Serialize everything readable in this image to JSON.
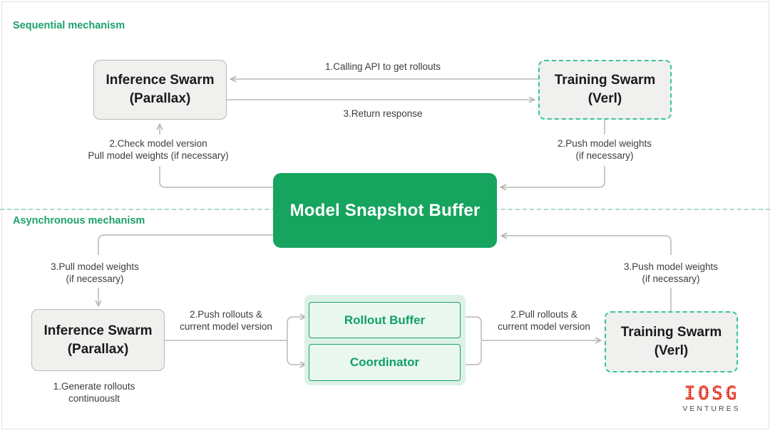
{
  "colors": {
    "accent_green_text": "#1ca16c",
    "buffer_green": "#17a45f",
    "dashed_border_mint": "#35c796",
    "gray_box_fill": "#f0f0ee",
    "gray_box_border": "#b9b9b6",
    "arrow_gray": "#b5b5b2",
    "label_text": "#3d3d3d",
    "inner_box_fill": "#e9f7f0",
    "inner_box_border": "#1ba369",
    "inner_box_text": "#11a064",
    "divider_dashed": "#a9dcc7",
    "logo_red": "#e53a2b",
    "logo_gray": "#4c4947"
  },
  "sequential": {
    "heading": "Sequential mechanism",
    "inference_box": {
      "line1": "Inference Swarm",
      "line2": "(Parallax)"
    },
    "training_box": {
      "line1": "Training Swarm",
      "line2": "(Verl)"
    },
    "arrow_calling_api": "1.Calling API to get rollouts",
    "arrow_return_response": "3.Return response",
    "label_check_version": {
      "line1": "2.Check model version",
      "line2": "Pull model weights (if necessary)"
    },
    "label_push_weights": {
      "line1": "2.Push model weights",
      "line2": "(if necessary)"
    }
  },
  "buffer": {
    "label": "Model Snapshot Buffer"
  },
  "asynchronous": {
    "heading": "Asynchronous mechanism",
    "label_pull_weights": {
      "line1": "3.Pull model weights",
      "line2": "(if necessary)"
    },
    "inference_box": {
      "line1": "Inference Swarm",
      "line2": "(Parallax)"
    },
    "label_generate": {
      "line1": "1.Generate rollouts",
      "line2": "continuouslt"
    },
    "label_push_rollouts": {
      "line1": "2.Push rollouts &",
      "line2": "current model version"
    },
    "rollout_buffer_label": "Rollout Buffer",
    "coordinator_label": "Coordinator",
    "label_pull_rollouts": {
      "line1": "2.Pull rollouts &",
      "line2": "current model version"
    },
    "label_push_weights": {
      "line1": "3.Push model weights",
      "line2": "(if necessary)"
    },
    "training_box": {
      "line1": "Training Swarm",
      "line2": "(Verl)"
    }
  },
  "logo": {
    "brand": "IOSG",
    "sub": "VENTURES"
  }
}
